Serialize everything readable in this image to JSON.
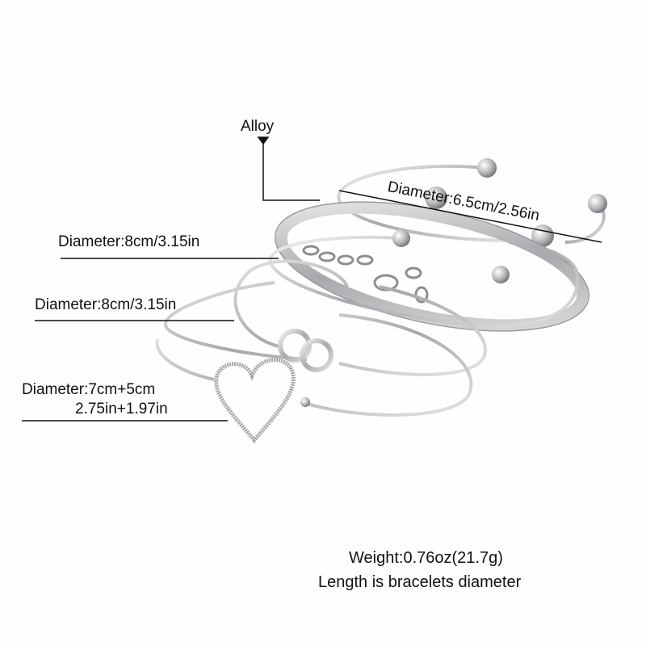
{
  "labels": {
    "material": "Alloy",
    "bracelet1": "Diameter:6.5cm/2.56in",
    "bracelet2": "Diameter:8cm/3.15in",
    "bracelet3": "Diameter:8cm/3.15in",
    "bracelet4_line1": "Diameter:7cm+5cm",
    "bracelet4_line2": "2.75in+1.97in"
  },
  "info": {
    "weight": "Weight:0.76oz(21.7g)",
    "note": "Length is bracelets diameter"
  },
  "colors": {
    "silver": "#c9c9cb",
    "silver_dark": "#8e8e92",
    "line": "#111111"
  }
}
